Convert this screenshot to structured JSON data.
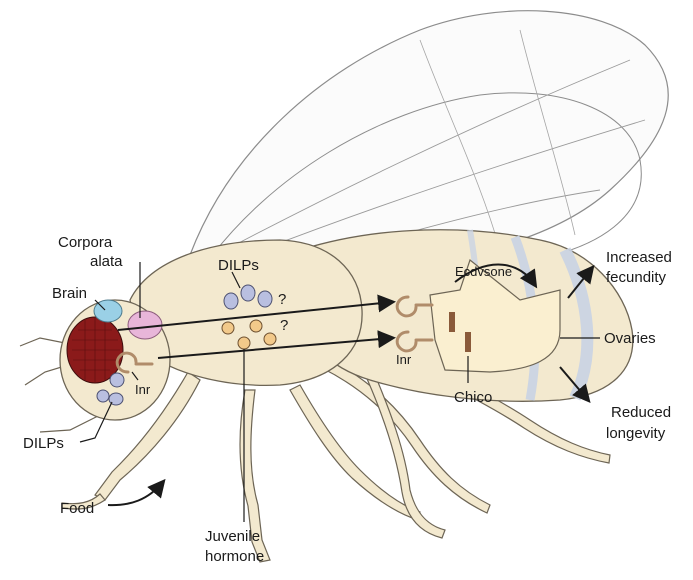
{
  "labels": {
    "corpora_alata_line1": "Corpora",
    "corpora_alata_line2": "alata",
    "brain": "Brain",
    "dilps_top": "DILPs",
    "dilps_left": "DILPs",
    "question_1": "?",
    "question_2": "?",
    "inr_left": "Inr",
    "inr_right": "Inr",
    "ecdysone": "Ecdvsone",
    "increased_fecundity_line1": "Increased",
    "increased_fecundity_line2": "fecundity",
    "ovaries": "Ovaries",
    "chico": "Chico",
    "reduced_longevity_line1": "Reduced",
    "reduced_longevity_line2": "longevity",
    "food": "Food",
    "juvenile_hormone_line1": "Juvenile",
    "juvenile_hormone_line2": "hormone"
  },
  "colors": {
    "body_fill": "#f3e9cf",
    "body_stroke": "#6d6555",
    "eye": "#8b1a1a",
    "dilp_fill": "#b9bfe0",
    "jh_fill": "#f2c98a",
    "receptor": "#b08c6a",
    "chico_mark": "#8a5a3a",
    "brain_blue": "#9ad0e6",
    "corpora_pink": "#e8b6d9",
    "wing_stroke": "#8c8c8c",
    "stripe": "#c9d3e3"
  }
}
